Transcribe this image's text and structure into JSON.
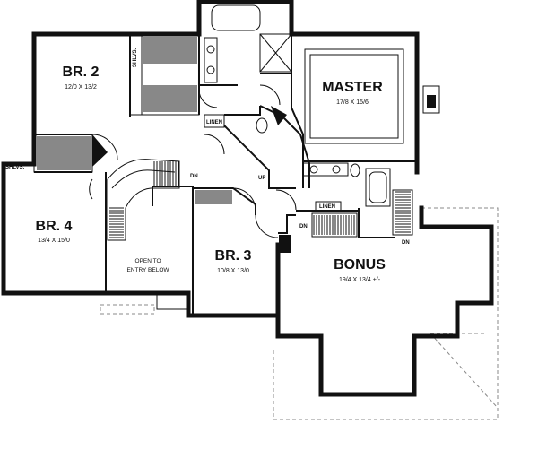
{
  "rooms": {
    "br2": {
      "name": "BR. 2",
      "dims": "12/0 X 13/2"
    },
    "master": {
      "name": "MASTER",
      "dims": "17/8 X 15/6"
    },
    "br4": {
      "name": "BR. 4",
      "dims": "13/4 X 15/0"
    },
    "br3": {
      "name": "BR. 3",
      "dims": "10/8 X 13/0"
    },
    "bonus": {
      "name": "BONUS",
      "dims": "19/4 X 13/4 +/-"
    },
    "open": {
      "line1": "OPEN TO",
      "line2": "ENTRY BELOW"
    }
  },
  "labels": {
    "shlvs": "SHLVS.",
    "shlvs_br4": "SHLVS.",
    "linen_master": "LINEN",
    "linen_hall": "LINEN",
    "dn_stair": "DN.",
    "dn_bonus": "DN.",
    "dn_right": "DN",
    "up": "UP"
  }
}
